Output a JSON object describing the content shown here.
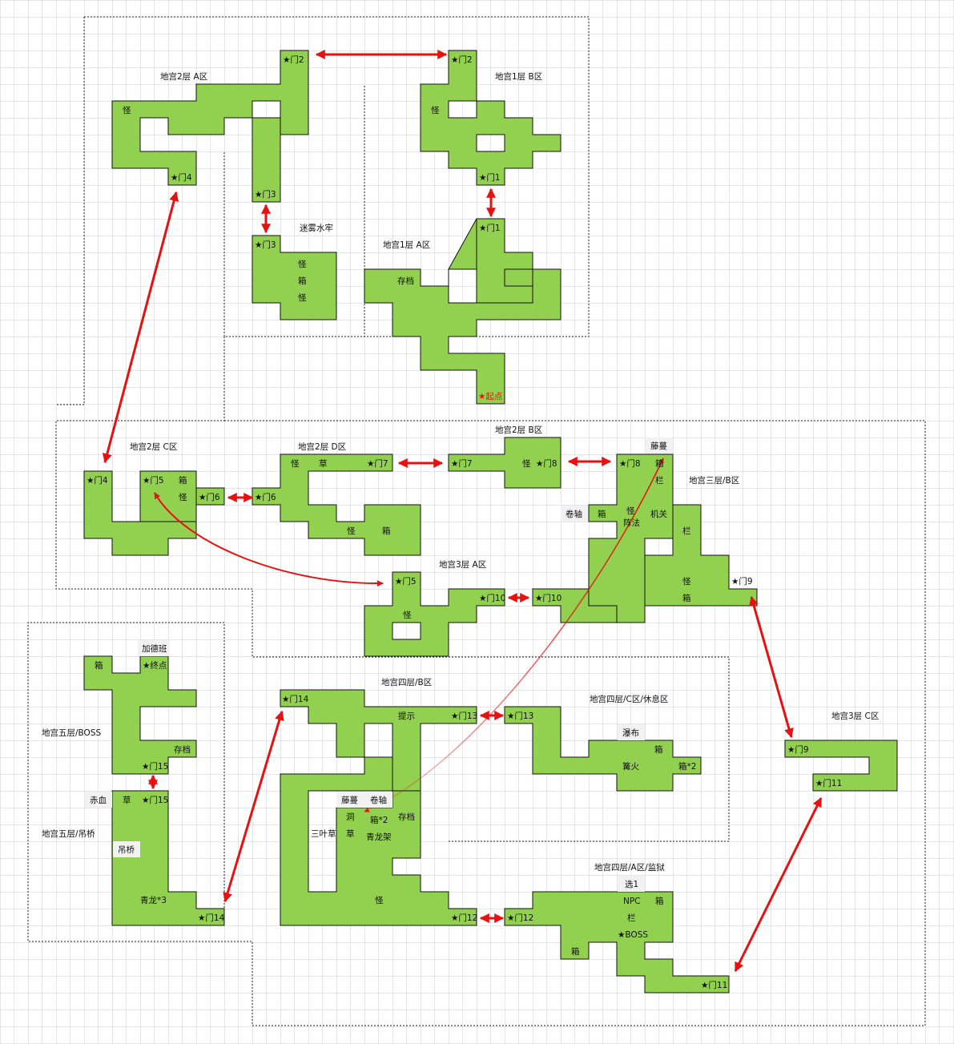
{
  "colors": {
    "background": "#ffffff",
    "grid": "#c8ccd8",
    "room_fill": "#92d050",
    "room_stroke": "#111111",
    "region_border": "#222222",
    "arrow": "#e8110f",
    "label_box": "#f2f2f2",
    "start_text": "#e8110f"
  },
  "regions": {
    "dungeon_2f_a": "地宫2层 A区",
    "dungeon_1f_b": "地宫1层 B区",
    "mist_prison": "迷雾水牢",
    "dungeon_1f_a": "地宫1层 A区",
    "dungeon_2f_c": "地宫2层 C区",
    "dungeon_2f_d": "地宫2层 D区",
    "dungeon_2f_b": "地宫2层 B区",
    "dungeon_3f_b": "地宫三层/B区",
    "dungeon_3f_a": "地宫3层 A区",
    "dungeon_3f_c": "地宫3层 C区",
    "dungeon_4f_b": "地宫四层/B区",
    "dungeon_4f_c": "地宫四层/C区/休息区",
    "dungeon_4f_a": "地宫四层/A区/监狱",
    "dungeon_5f_boss": "地宫五层/BOSS",
    "dungeon_5f_bridge": "地宫五层/吊桥",
    "gadeban": "加德班"
  },
  "doors": {
    "d1": "★门1",
    "d2": "★门2",
    "d3": "★门3",
    "d4": "★门4",
    "d5": "★门5",
    "d6": "★门6",
    "d7": "★门7",
    "d8": "★门8",
    "d9": "★门9",
    "d10": "★门10",
    "d11": "★门11",
    "d12": "★门12",
    "d13": "★门13",
    "d14": "★门14",
    "d15": "★门15"
  },
  "markers": {
    "monster": "怪",
    "chest": "箱",
    "save": "存档",
    "start": "★起点",
    "end": "★终点",
    "grass": "草",
    "rattan": "藤蔓",
    "scroll": "卷轴",
    "fence": "栏",
    "array": "阵法",
    "mechanism": "机关",
    "hint": "提示",
    "waterfall": "瀑布",
    "bonfire": "篝火",
    "chest_x2": "箱*2",
    "cave": "洞",
    "clover": "三叶草",
    "rack": "青龙架",
    "choice1": "选1",
    "npc": "NPC",
    "boss": "★BOSS",
    "blood": "赤血",
    "bridge": "吊桥",
    "dragon_x3": "青龙*3"
  }
}
